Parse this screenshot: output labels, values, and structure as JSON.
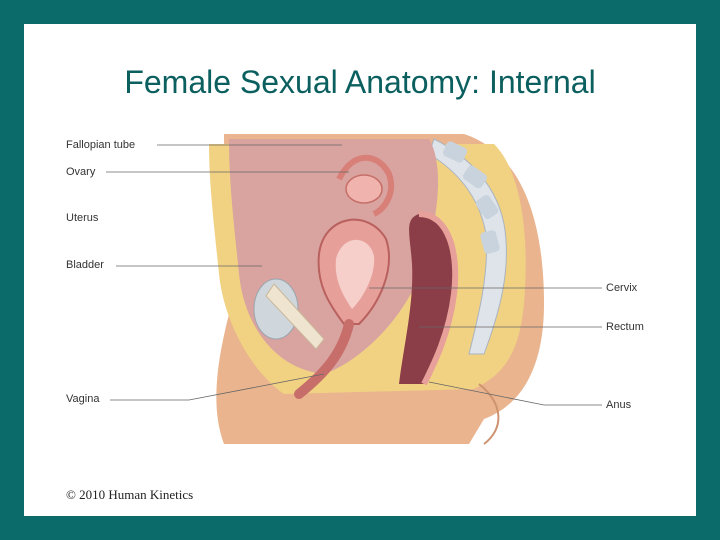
{
  "slide": {
    "title": "Female Sexual Anatomy: Internal",
    "copyright": "© 2010 Human Kinetics"
  },
  "diagram": {
    "labels_left": [
      "Fallopian tube",
      "Ovary",
      "Uterus",
      "Bladder",
      "Vagina"
    ],
    "labels_right": [
      "Cervix",
      "Rectum",
      "Anus"
    ]
  },
  "colors": {
    "frame": "#0b6b6b",
    "title": "#0b5f5f",
    "skin": "#e9b48e",
    "fat": "#f1d283",
    "organ_pink": "#e7a09a",
    "rectum_dark": "#8c3e48"
  }
}
